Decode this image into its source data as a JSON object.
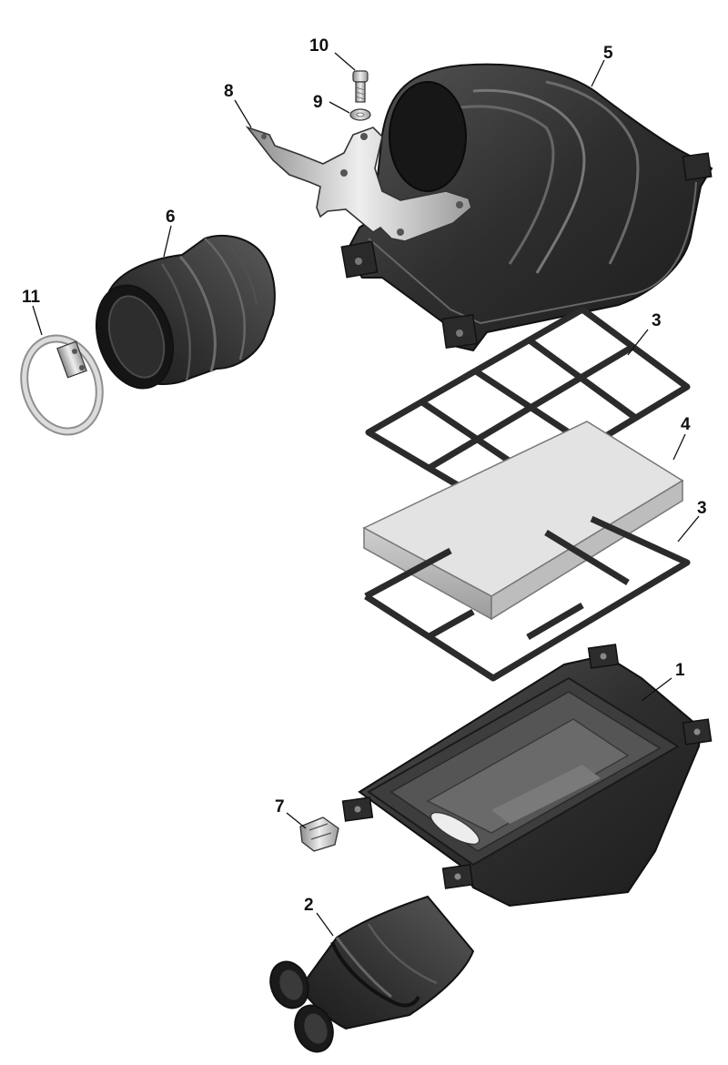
{
  "diagram": {
    "callouts": [
      {
        "id": "c10",
        "text": "10"
      },
      {
        "id": "c9",
        "text": "9"
      },
      {
        "id": "c8",
        "text": "8"
      },
      {
        "id": "c5",
        "text": "5"
      },
      {
        "id": "c6",
        "text": "6"
      },
      {
        "id": "c11",
        "text": "11"
      },
      {
        "id": "c3a",
        "text": "3"
      },
      {
        "id": "c4",
        "text": "4"
      },
      {
        "id": "c3b",
        "text": "3"
      },
      {
        "id": "c1",
        "text": "1"
      },
      {
        "id": "c7",
        "text": "7"
      },
      {
        "id": "c2",
        "text": "2"
      }
    ],
    "colors": {
      "rubber_dark": "#2b2b2b",
      "rubber_mid": "#404040",
      "rubber_light": "#5e5e5e",
      "metal": "#c9c9c9",
      "foam": "#e2e2e2",
      "outline": "#111111"
    }
  }
}
